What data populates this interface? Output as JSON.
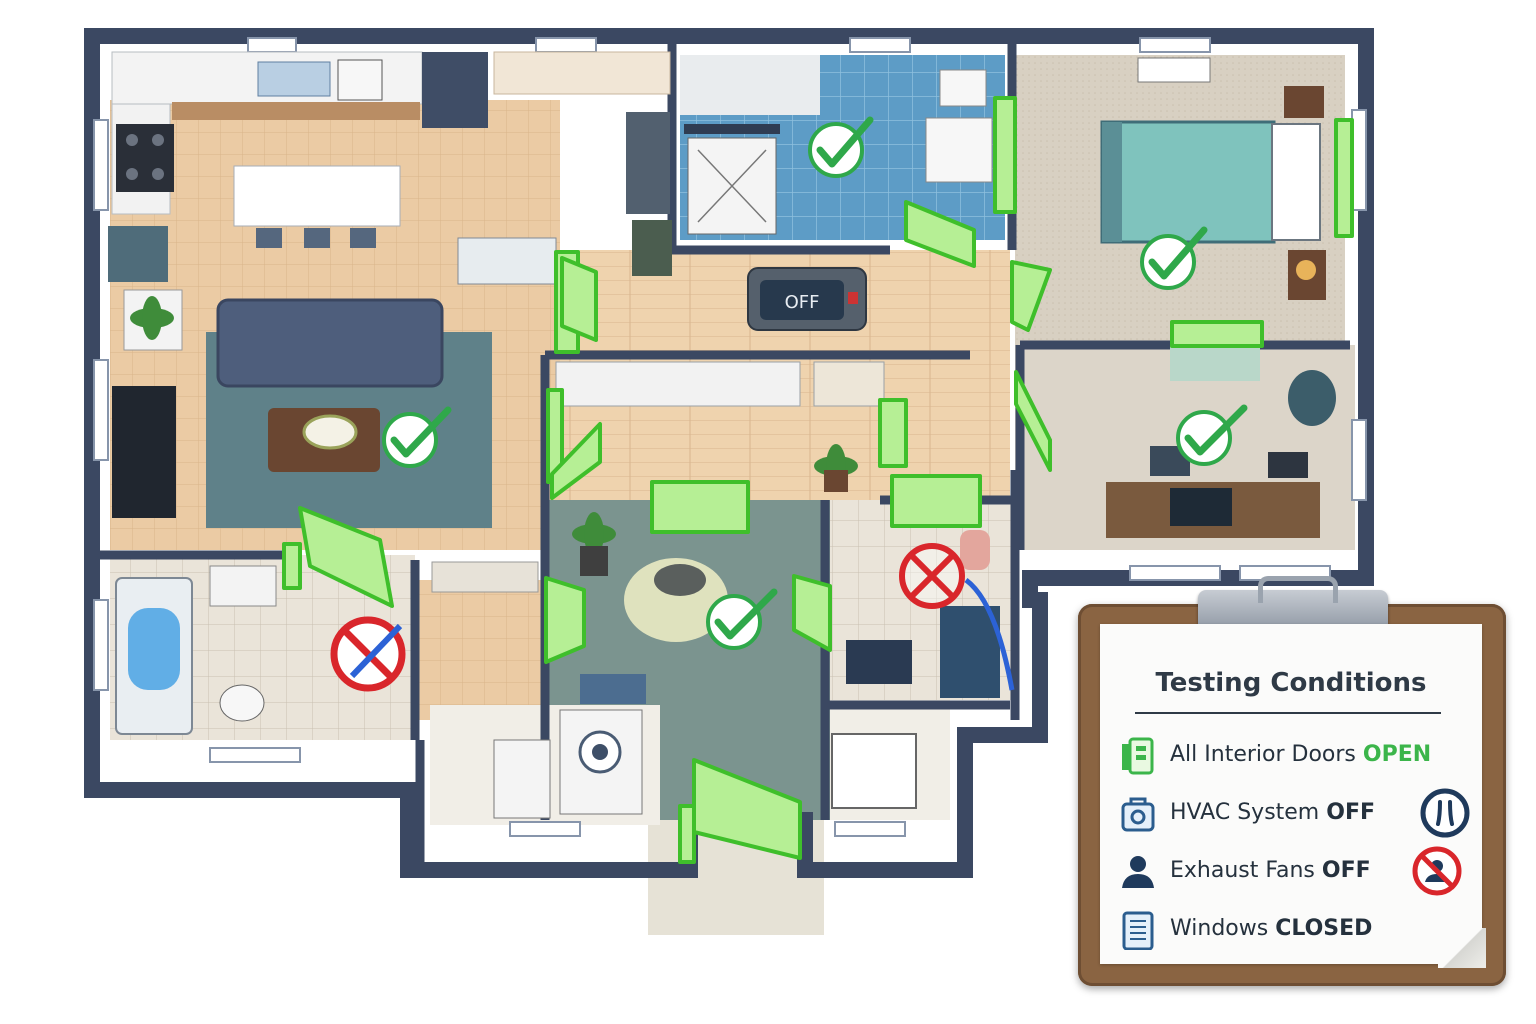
{
  "floorplan": {
    "thermostat_label": "OFF",
    "room_status": [
      {
        "room": "bathroom-top",
        "status": "pass"
      },
      {
        "room": "bedroom",
        "status": "pass"
      },
      {
        "room": "living-room",
        "status": "pass"
      },
      {
        "room": "office",
        "status": "pass"
      },
      {
        "room": "entry",
        "status": "pass"
      },
      {
        "room": "half-bath",
        "status": "fail"
      },
      {
        "room": "laundry",
        "status": "fail"
      }
    ]
  },
  "checklist": {
    "title": "Testing Conditions",
    "items": [
      {
        "label": "All Interior Doors",
        "state": "OPEN",
        "icon": "door-icon"
      },
      {
        "label": "HVAC System",
        "state": "OFF",
        "icon": "hvac-icon",
        "badge": "power-off-icon"
      },
      {
        "label": "Exhaust Fans",
        "state": "OFF",
        "icon": "fan-icon",
        "badge": "fan-prohibited-icon"
      },
      {
        "label": "Windows",
        "state": "CLOSED",
        "icon": "window-icon"
      }
    ]
  },
  "colors": {
    "wall": "#3c4a63",
    "door_green": "#4fd13a",
    "check_green": "#2fa84a",
    "prohibit_red": "#d9262b",
    "wood_floor": "#e9c9a3",
    "tile_blue": "#5c9ac2",
    "rug_slate": "#5e7f8a"
  }
}
